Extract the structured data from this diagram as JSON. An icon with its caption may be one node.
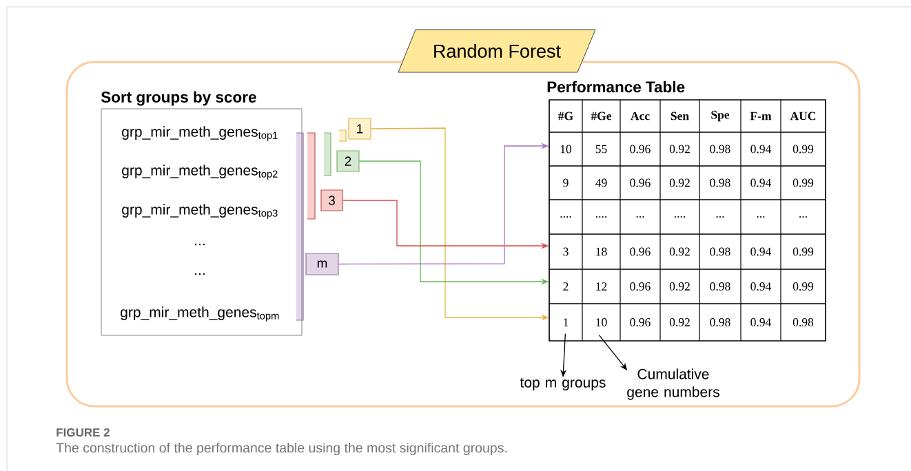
{
  "diagram": {
    "title": "FIGURE 2",
    "caption": "The construction of the performance table using the most significant groups.",
    "nodes": [
      {
        "text": [],
        "shape": "box"
      },
      {
        "text": [
          "Random Forest"
        ]
      },
      {
        "text": [
          "Sort groups by score",
          "grp_mir_meth_genes$_{top1}$",
          "grp_mir_meth_genes$_{top2}$",
          "grp_mir_meth_genes$_{top3}$",
          "...",
          "...",
          "grp_mir_meth_genes$_{topm}$"
        ],
        "in": 0
      },
      {
        "text": [
          "1"
        ],
        "in": 0
      },
      {
        "text": [
          "2"
        ],
        "in": 0
      },
      {
        "text": [
          "3"
        ],
        "in": 0
      },
      {
        "text": [
          "m"
        ],
        "in": 0
      },
      {
        "text": [
          "Performance Table"
        ],
        "in": 0
      },
      {
        "text": [
          "#G",
          "#Ge",
          "Acc",
          "Sen",
          "Spe",
          "F-m",
          "AUC"
        ],
        "in": 7
      },
      {
        "text": [
          "10",
          "55",
          "0.96",
          "0.92",
          "0.98",
          "0.94",
          "0.99"
        ],
        "in": 7
      },
      {
        "text": [
          "9",
          "49",
          "0.96",
          "0.92",
          "0.98",
          "0.94",
          "0.99"
        ],
        "in": 7
      },
      {
        "text": [
          "....",
          "....",
          "...",
          "....",
          "...",
          "...",
          "..."
        ],
        "in": 7
      },
      {
        "text": [
          "3",
          "18",
          "0.96",
          "0.92",
          "0.98",
          "0.94",
          "0.99"
        ],
        "in": 7
      },
      {
        "text": [
          "2",
          "12",
          "0.96",
          "0.92",
          "0.98",
          "0.94",
          "0.99"
        ],
        "in": 7
      },
      {
        "text": [
          "1",
          "10",
          "0.96",
          "0.92",
          "0.98",
          "0.94",
          "0.98"
        ],
        "in": 7
      },
      {
        "text": [
          "top m groups"
        ],
        "in": 0
      },
      {
        "text": [
          "Cumulative gene numbers"
        ],
        "in": 0
      }
    ],
    "edges": [
      {
        "from": 3,
        "to": 14,
        "arrow": "to",
        "color": "#e6b33e"
      },
      {
        "from": 4,
        "to": 13,
        "arrow": "to",
        "color": "#5fba4f"
      },
      {
        "from": 5,
        "to": 12,
        "arrow": "to",
        "color": "#d94a4a"
      },
      {
        "from": 6,
        "to": 9,
        "arrow": "to",
        "color": "#a674c2"
      },
      {
        "from": 14,
        "to": 15,
        "arrow": "to"
      },
      {
        "from": 14,
        "to": 16,
        "arrow": "to"
      }
    ]
  }
}
